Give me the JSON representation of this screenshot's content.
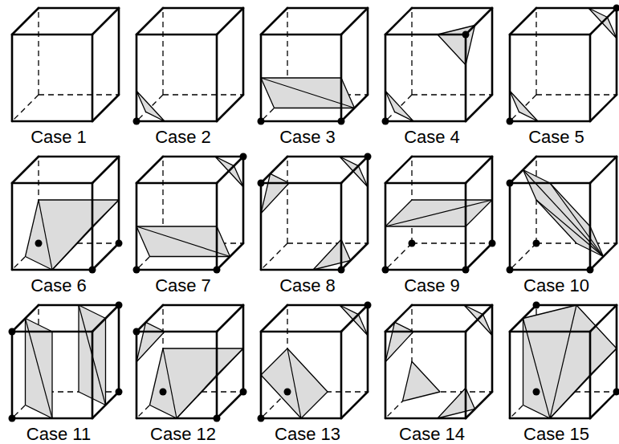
{
  "diagram": {
    "labels": [
      "Case 1",
      "Case 2",
      "Case 3",
      "Case 4",
      "Case 5",
      "Case 6",
      "Case 7",
      "Case 8",
      "Case 9",
      "Case 10",
      "Case 11",
      "Case 12",
      "Case 13",
      "Case 14",
      "Case 15"
    ]
  }
}
